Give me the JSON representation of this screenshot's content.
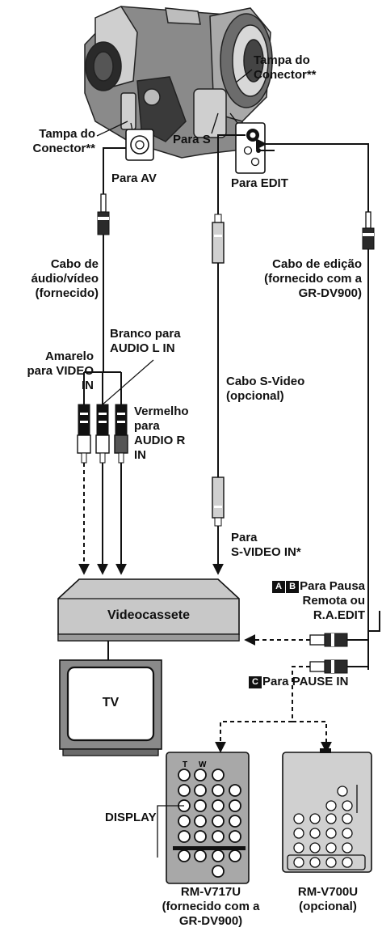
{
  "camcorder": {
    "cover_right": [
      "Tampa do",
      "Conector**"
    ],
    "cover_left": [
      "Tampa do",
      "Conector**"
    ],
    "to_s": "Para S",
    "to_av": "Para AV",
    "to_edit": "Para EDIT"
  },
  "cables": {
    "av_cable": [
      "Cabo de",
      "áudio/vídeo",
      "(fornecido)"
    ],
    "edit_cable": [
      "Cabo de edição",
      "(fornecido com a",
      "GR-DV900)"
    ],
    "svideo_cable": [
      "Cabo S-Video",
      "(opcional)"
    ]
  },
  "plugs": {
    "yellow": [
      "Amarelo",
      "para VIDEO",
      "IN"
    ],
    "white": [
      "Branco para",
      "AUDIO L IN"
    ],
    "red": [
      "Vermelho",
      "para",
      "AUDIO R",
      "IN"
    ]
  },
  "vcr": {
    "to_svideo_in": [
      "Para",
      "S-VIDEO IN*"
    ],
    "label": "Videocassete",
    "remote_pause": {
      "badge_a": "A",
      "badge_b": "B",
      "line1": "Para Pausa",
      "line2": "Remota ou",
      "line3": "R.A.EDIT"
    },
    "pause_in": {
      "badge_c": "C",
      "text": "Para PAUSE IN"
    }
  },
  "tv": {
    "label": "TV"
  },
  "remotes": {
    "display": "DISPLAY",
    "rm_v717u": [
      "RM-V717U",
      "(fornecido com a",
      "GR-DV900)"
    ],
    "rm_v700u": [
      "RM-V700U",
      "(opcional)"
    ],
    "t_key": "T",
    "w_key": "W"
  }
}
